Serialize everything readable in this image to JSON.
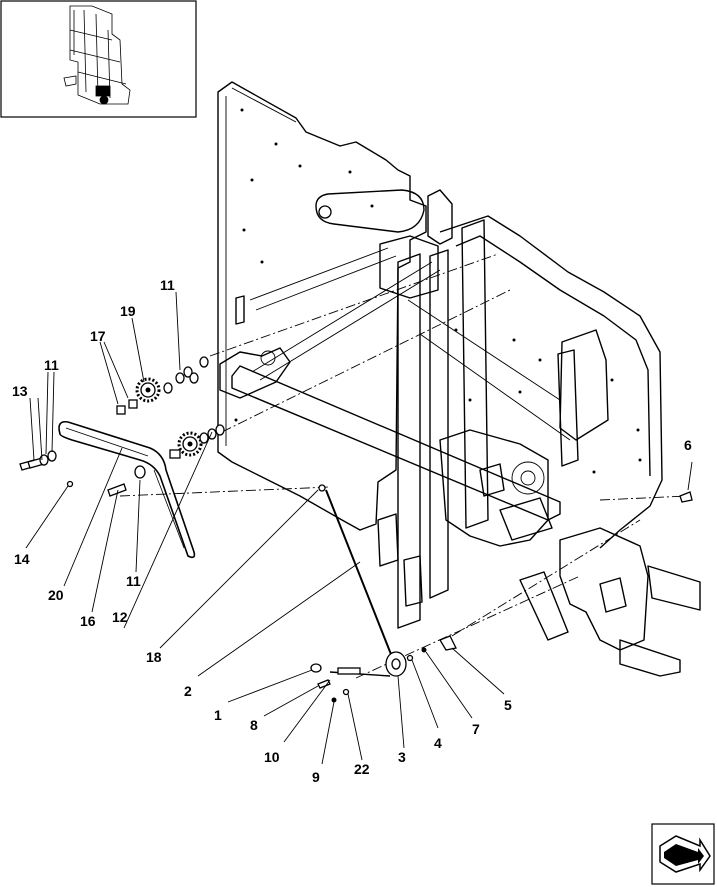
{
  "diagram": {
    "callouts": {
      "c13": "13",
      "c11a": "11",
      "c17": "17",
      "c19": "19",
      "c11b": "11",
      "c14": "14",
      "c20": "20",
      "c16": "16",
      "c11c": "11",
      "c12": "12",
      "c18": "18",
      "c2": "2",
      "c1": "1",
      "c8": "8",
      "c10": "10",
      "c9": "9",
      "c22": "22",
      "c3": "3",
      "c4": "4",
      "c7": "7",
      "c5": "5",
      "c6": "6"
    }
  }
}
